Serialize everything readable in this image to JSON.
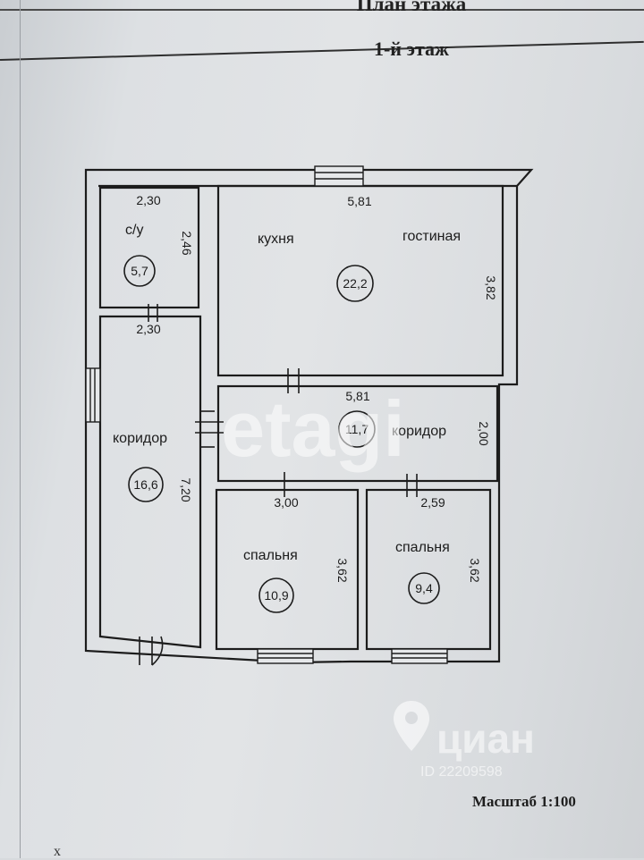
{
  "header": {
    "title": "План этажа",
    "subtitle": "1-й этаж"
  },
  "rooms": {
    "bathroom": {
      "label": "с/у",
      "area": "5,7",
      "width": "2,30",
      "length": "2,46",
      "width_bottom": "2,30"
    },
    "kitchen": {
      "label": "кухня"
    },
    "living": {
      "label": "гостиная",
      "area": "22,2",
      "width": "5,81",
      "length": "3,82"
    },
    "hall_left": {
      "label": "коридор",
      "area": "16,6",
      "length": "7,20"
    },
    "hall_mid": {
      "label": "коридор",
      "area": "11,7",
      "width": "5,81",
      "length": "2,00"
    },
    "bedroom1": {
      "label": "спальня",
      "area": "10,9",
      "width": "3,00",
      "length": "3,62"
    },
    "bedroom2": {
      "label": "спальня",
      "area": "9,4",
      "width": "2,59",
      "length": "3,62"
    }
  },
  "footer": {
    "scale": "Масштаб 1:100",
    "corner_mark": "х"
  },
  "watermarks": {
    "etagi": "etagi",
    "cian": "циан",
    "cian_id": "ID 22209598",
    "cian_icon": "map-pin-icon"
  },
  "colors": {
    "paper": "#dfe1e4",
    "ink": "#1c1c1c",
    "watermark": "#ffffff"
  }
}
